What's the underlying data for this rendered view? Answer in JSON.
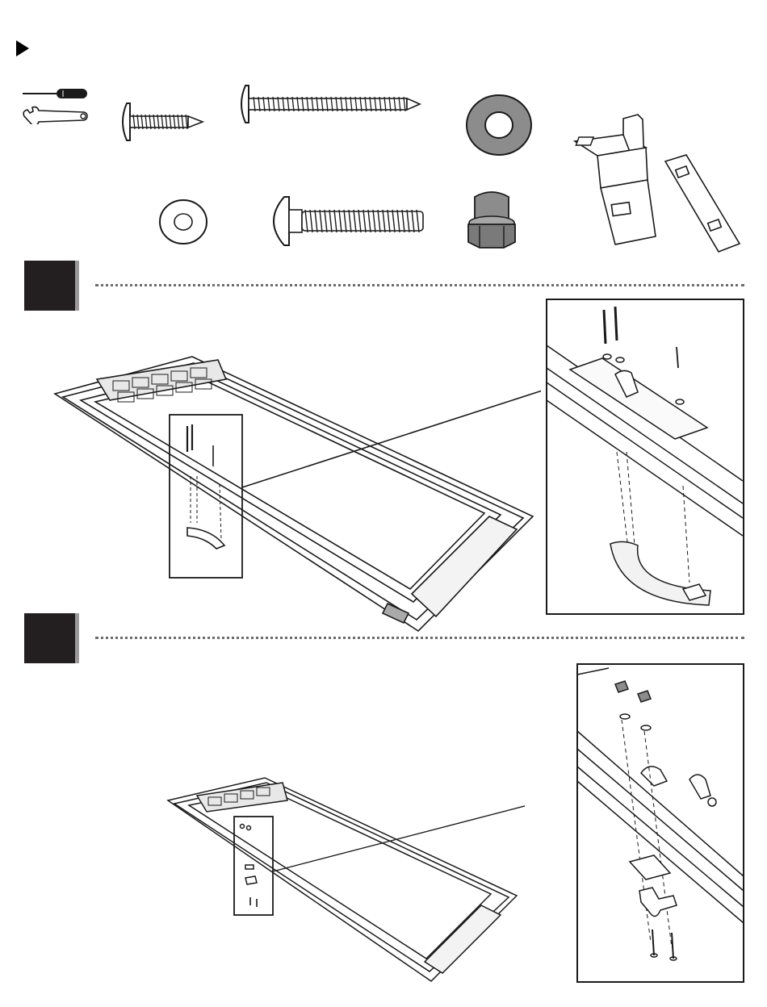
{
  "page": {
    "background": "#ffffff",
    "ink": "#1a1a1a",
    "step_fill": "#231f20",
    "step_shadow": "#9a9a9a",
    "washer_grey": "#8c8c8c"
  },
  "header": {
    "arrow_icon": "play-triangle-icon"
  },
  "tools": [
    {
      "icon": "screwdriver-icon"
    },
    {
      "icon": "wrench-icon"
    }
  ],
  "hardware": [
    {
      "icon": "short-screw-icon"
    },
    {
      "icon": "long-screw-icon"
    },
    {
      "icon": "large-grey-washer-icon"
    },
    {
      "icon": "small-washer-icon"
    },
    {
      "icon": "carriage-bolt-icon"
    },
    {
      "icon": "cap-nut-icon"
    },
    {
      "icon": "bent-bracket-icon"
    },
    {
      "icon": "flat-plate-icon"
    }
  ],
  "steps": [
    {
      "icon": "step-block-icon",
      "overview": "door-panel-handle-overview",
      "detail": "handle-detail-zoom"
    },
    {
      "icon": "step-block-icon",
      "overview": "door-panel-latch-overview",
      "detail": "latch-detail-zoom"
    }
  ]
}
